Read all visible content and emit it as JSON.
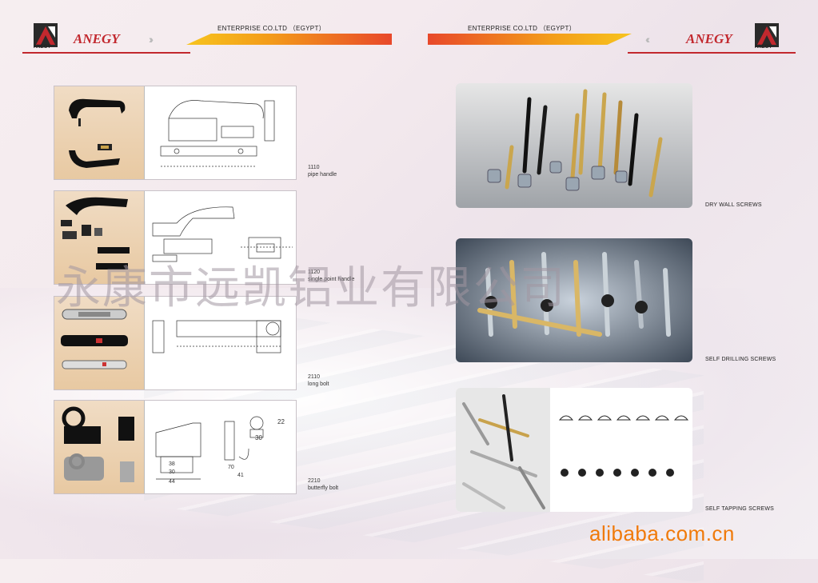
{
  "header": {
    "brand": "ANEGY",
    "logo_text": "ANEGY",
    "enterprise": "ENTERPRISE CO.LTD （EGYPT）",
    "colors": {
      "red": "#c2282e",
      "yellow": "#f7c41e",
      "orange": "#e8482a"
    }
  },
  "products": [
    {
      "code": "1110",
      "name": "pipe handle"
    },
    {
      "code": "1120",
      "name": "single point handle"
    },
    {
      "code": "2110",
      "name": "long bolt"
    },
    {
      "code": "2210",
      "name": "butterfly bolt"
    }
  ],
  "screws": [
    {
      "label": "DRY WALL SCREWS"
    },
    {
      "label": "SELF DRILLING SCREWS"
    },
    {
      "label": "SELF TAPPING SCREWS"
    }
  ],
  "drawing_dims": {
    "d1": "30",
    "d2": "22",
    "d3": "38",
    "d4": "30",
    "d5": "44",
    "d6": "70",
    "d7": "41"
  },
  "watermark": "永康市远凯铝业有限公司",
  "footer": {
    "site": "alibaba.com.cn"
  }
}
